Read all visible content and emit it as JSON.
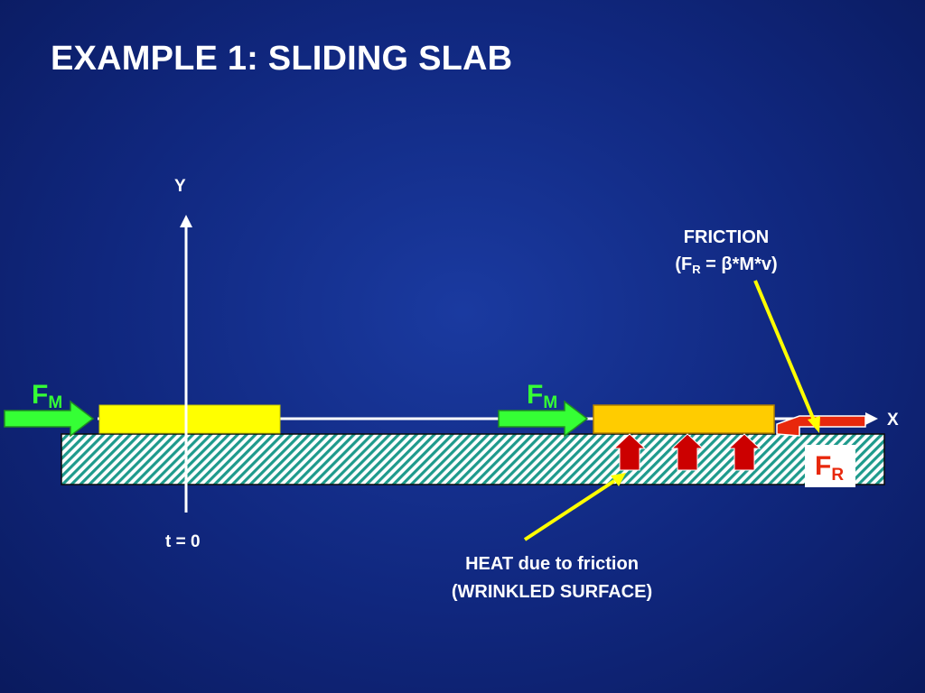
{
  "title": "EXAMPLE 1: SLIDING SLAB",
  "axes": {
    "y_label": "Y",
    "x_label": "X",
    "time_label": "t = 0"
  },
  "forces": {
    "applied": {
      "symbol": "F",
      "subscript": "M"
    },
    "resisting": {
      "symbol": "F",
      "subscript": "R"
    }
  },
  "friction_note": {
    "line1": "FRICTION",
    "line2_open": "(",
    "line2_symbol": "F",
    "line2_sub": "R",
    "line2_eq": " = ",
    "line2_beta": "β",
    "line2_rest": "*M*v)"
  },
  "heat_note": {
    "line1": "HEAT due to friction",
    "line2": "(WRINKLED SURFACE)"
  },
  "colors": {
    "background": "#10277e",
    "applied_force": "#35ff35",
    "resisting_force": "#e8280c",
    "slab_initial": "#ffff00",
    "slab_moving": "#ffcc00",
    "heat_arrows": "#cc0000",
    "pointer": "#ffff00",
    "ground": "#1e9a8c"
  }
}
